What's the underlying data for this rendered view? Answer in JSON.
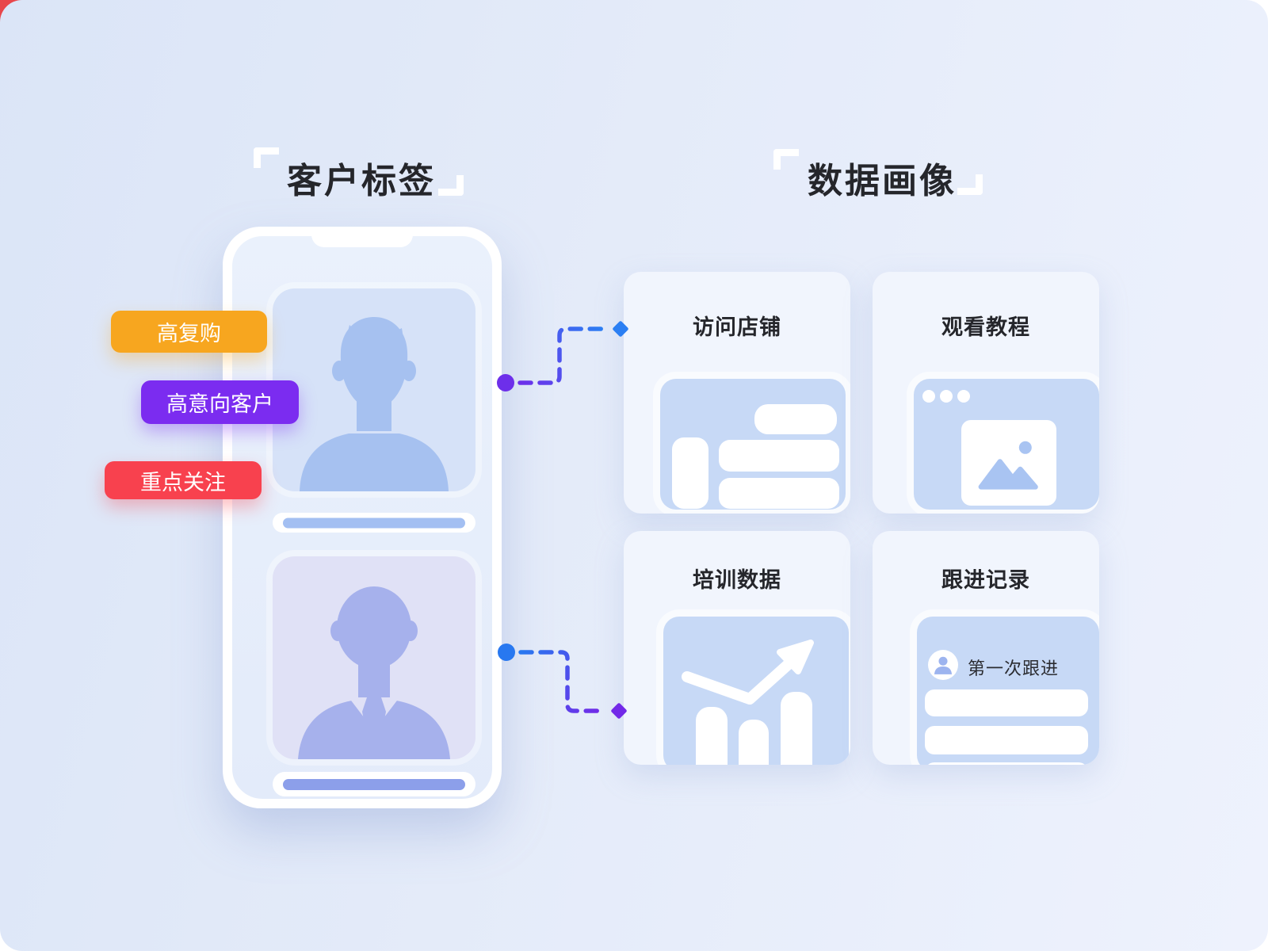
{
  "page": {
    "left_title": "客户标签",
    "right_title": "数据画像"
  },
  "tags": [
    {
      "label": "高复购",
      "color": "#F7A61F"
    },
    {
      "label": "高意向客户",
      "color": "#7B2CF0"
    },
    {
      "label": "重点关注",
      "color": "#F8414E"
    }
  ],
  "phone": {
    "avatars": [
      "male-headset-avatar",
      "male-suit-avatar"
    ]
  },
  "cards": [
    {
      "title": "访问店铺",
      "icon": "store-page-layout-icon"
    },
    {
      "title": "观看教程",
      "icon": "browser-image-icon"
    },
    {
      "title": "培训数据",
      "icon": "bar-chart-up-arrow-icon"
    },
    {
      "title": "跟进记录",
      "icon": "follow-up-list-icon",
      "item_label": "第一次跟进"
    }
  ],
  "connectors": {
    "top": {
      "start_color": "#6D2FEA",
      "end_color": "#2B7FF3",
      "start_marker": "circle",
      "end_marker": "diamond"
    },
    "bottom": {
      "start_color": "#2878F0",
      "end_color": "#7229E8",
      "start_marker": "circle",
      "end_marker": "diamond"
    }
  },
  "colors": {
    "background_left": "#DBE5F7",
    "background_right": "#EEF2FD",
    "corner_accent_red": "#E8464B",
    "title_text": "#25262B",
    "illustration_blue": "#C7D9F6",
    "avatar_blue": "#A6C1F0",
    "avatar_violet": "#A6B1EC",
    "phone_body": "#FFFFFF"
  }
}
